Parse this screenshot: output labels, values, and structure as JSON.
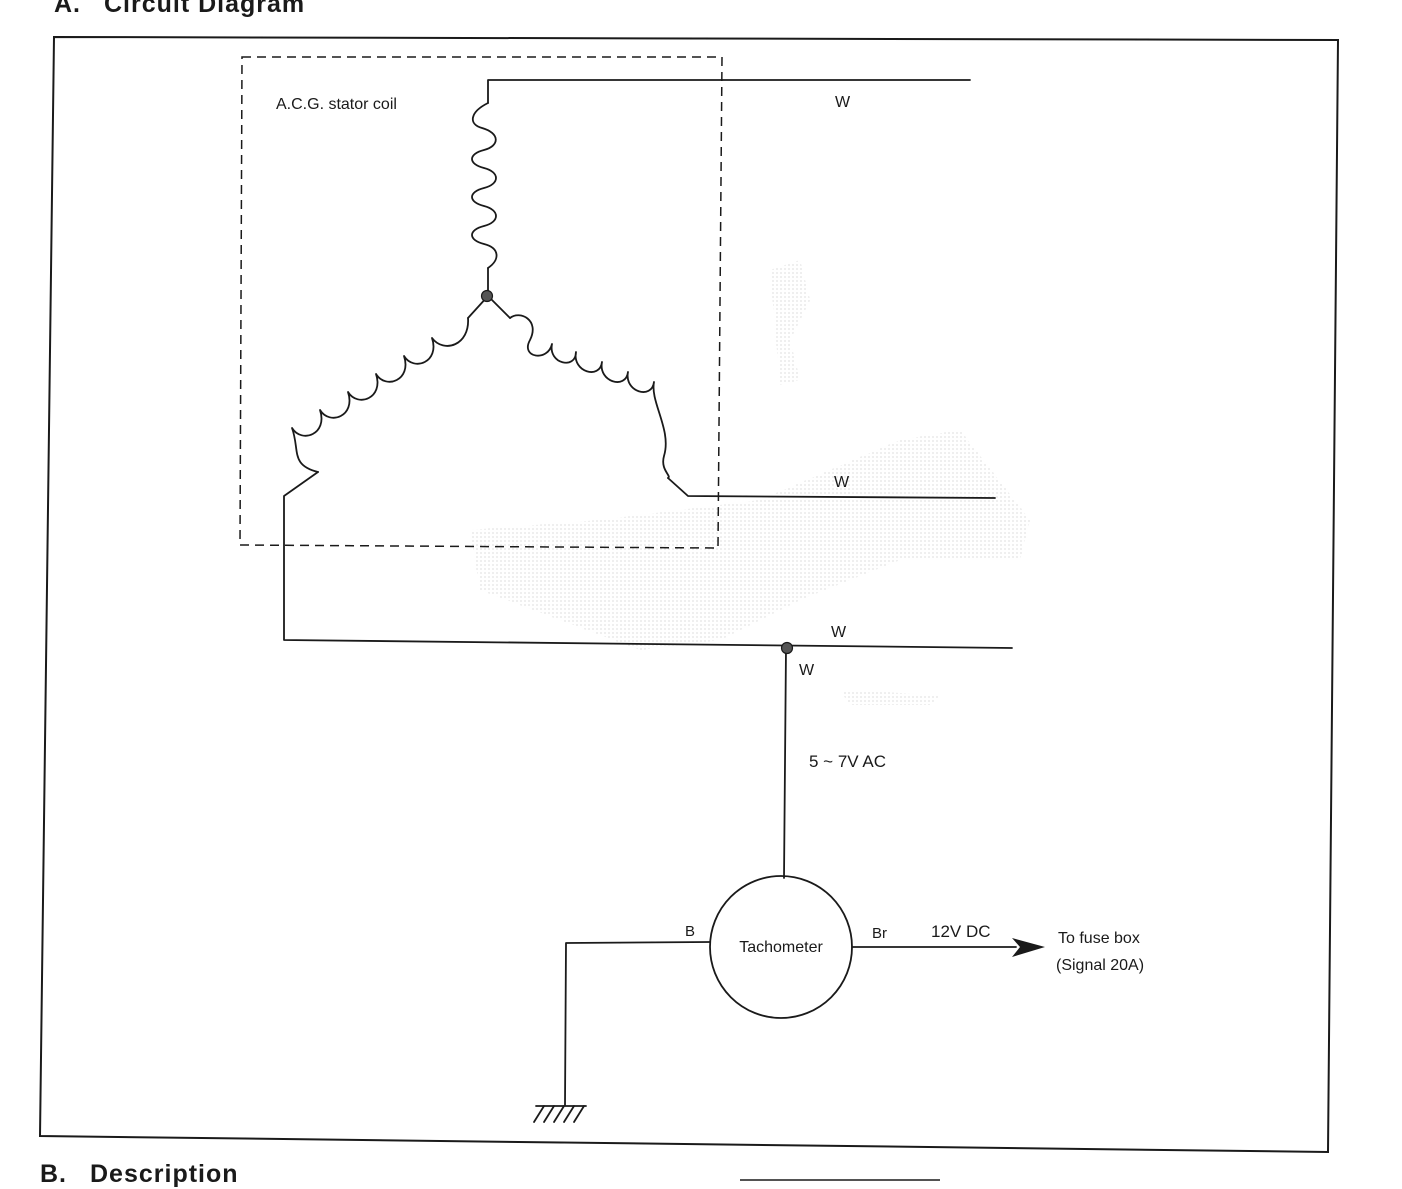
{
  "section_a": {
    "prefix": "A.",
    "title": "Circuit Diagram"
  },
  "section_b": {
    "prefix": "B.",
    "title": "Description"
  },
  "diagram": {
    "stator_label": "A.C.G. stator coil",
    "wire_top": "W",
    "wire_middle": "W",
    "wire_bottom": "W",
    "wire_tap": "W",
    "voltage_ac": "5 ~ 7V AC",
    "tachometer": "Tachometer",
    "ground_wire": "B",
    "output_wire": "Br",
    "voltage_dc": "12V DC",
    "destination_line1": "To fuse box",
    "destination_line2": "(Signal 20A)"
  },
  "colors": {
    "ink": "#1a1a1a",
    "paper": "#ffffff"
  }
}
